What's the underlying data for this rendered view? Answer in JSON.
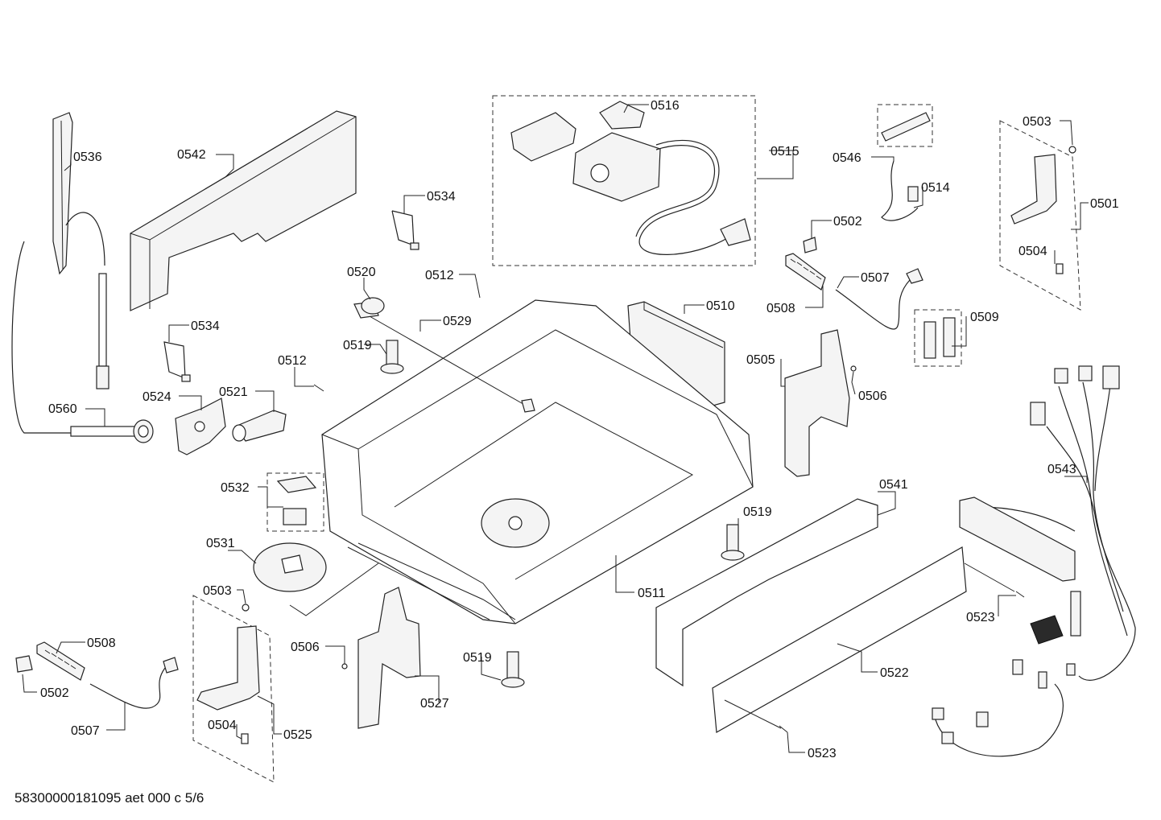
{
  "footer_code": "58300000181095 aet 000 c 5/6",
  "callouts": [
    {
      "id": "c0536",
      "text": "0536"
    },
    {
      "id": "c0542",
      "text": "0542"
    },
    {
      "id": "c0534a",
      "text": "0534"
    },
    {
      "id": "c0534b",
      "text": "0534"
    },
    {
      "id": "c0516",
      "text": "0516"
    },
    {
      "id": "c0515",
      "text": "0515"
    },
    {
      "id": "c0546",
      "text": "0546"
    },
    {
      "id": "c0514",
      "text": "0514"
    },
    {
      "id": "c0503a",
      "text": "0503"
    },
    {
      "id": "c0501",
      "text": "0501"
    },
    {
      "id": "c0504a",
      "text": "0504"
    },
    {
      "id": "c0502a",
      "text": "0502"
    },
    {
      "id": "c0507a",
      "text": "0507"
    },
    {
      "id": "c0508a",
      "text": "0508"
    },
    {
      "id": "c0509",
      "text": "0509"
    },
    {
      "id": "c0510",
      "text": "0510"
    },
    {
      "id": "c0505",
      "text": "0505"
    },
    {
      "id": "c0506a",
      "text": "0506"
    },
    {
      "id": "c0520",
      "text": "0520"
    },
    {
      "id": "c0512a",
      "text": "0512"
    },
    {
      "id": "c0529",
      "text": "0529"
    },
    {
      "id": "c0519a",
      "text": "0519"
    },
    {
      "id": "c0512b",
      "text": "0512"
    },
    {
      "id": "c0524",
      "text": "0524"
    },
    {
      "id": "c0521",
      "text": "0521"
    },
    {
      "id": "c0560",
      "text": "0560"
    },
    {
      "id": "c0532",
      "text": "0532"
    },
    {
      "id": "c0531",
      "text": "0531"
    },
    {
      "id": "c0511",
      "text": "0511"
    },
    {
      "id": "c0541",
      "text": "0541"
    },
    {
      "id": "c0543",
      "text": "0543"
    },
    {
      "id": "c0519b",
      "text": "0519"
    },
    {
      "id": "c0523a",
      "text": "0523"
    },
    {
      "id": "c0522",
      "text": "0522"
    },
    {
      "id": "c0523b",
      "text": "0523"
    },
    {
      "id": "c0503b",
      "text": "0503"
    },
    {
      "id": "c0508b",
      "text": "0508"
    },
    {
      "id": "c0502b",
      "text": "0502"
    },
    {
      "id": "c0507b",
      "text": "0507"
    },
    {
      "id": "c0504b",
      "text": "0504"
    },
    {
      "id": "c0525",
      "text": "0525"
    },
    {
      "id": "c0506b",
      "text": "0506"
    },
    {
      "id": "c0527",
      "text": "0527"
    },
    {
      "id": "c0519c",
      "text": "0519"
    }
  ]
}
